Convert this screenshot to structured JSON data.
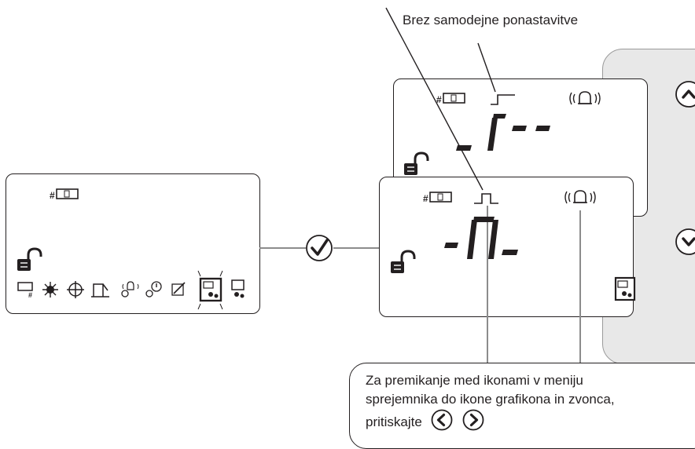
{
  "top_caption": "Brez samodejne ponastavitve",
  "callout": {
    "line1": "Za premikanje med ikonami v meniju",
    "line2": "sprejemnika do ikone grafikona in zvonca,",
    "line3": "pritiskajte"
  },
  "icons": {
    "left_hash_receiver": "receiver-hash-icon",
    "lock": "unlocked-padlock-icon",
    "confirm": "checkmark-circle-icon",
    "up": "up-chevron-icon",
    "down": "down-chevron-icon",
    "bell": "bell-icon",
    "pulse": "pulse-mode-icon",
    "step": "step-mode-icon",
    "prev": "left-arrow-icon",
    "next": "right-arrow-icon"
  },
  "colors": {
    "ink": "#231f20",
    "panel_gray": "#e8e8e8",
    "connector_gray": "#8c8c8c"
  }
}
